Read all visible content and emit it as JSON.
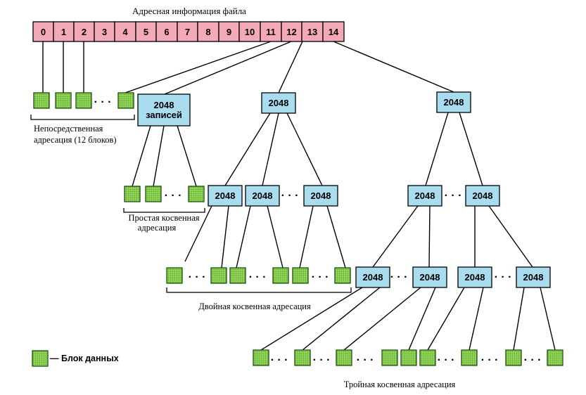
{
  "title": "Адресная информация файла",
  "address_cells": [
    "0",
    "1",
    "2",
    "3",
    "4",
    "5",
    "6",
    "7",
    "8",
    "9",
    "10",
    "11",
    "12",
    "13",
    "14"
  ],
  "block_label": "2048",
  "single_root_label": [
    "2048",
    "записей"
  ],
  "ellipsis": "· · ·",
  "captions": {
    "direct": [
      "Непосредственная",
      "адресация (12 блоков)"
    ],
    "single": [
      "Простая косвенная",
      "адресация"
    ],
    "double": "Двойная косвенная адресация",
    "triple": "Тройная косвенная адресация"
  },
  "legend": {
    "label": "— Блок данных"
  },
  "colors": {
    "address_fill": "#f4a9b8",
    "index_fill": "#a9dcee",
    "data_fill": "#7ec844",
    "data_border": "#1e4d12",
    "line": "#000000"
  }
}
